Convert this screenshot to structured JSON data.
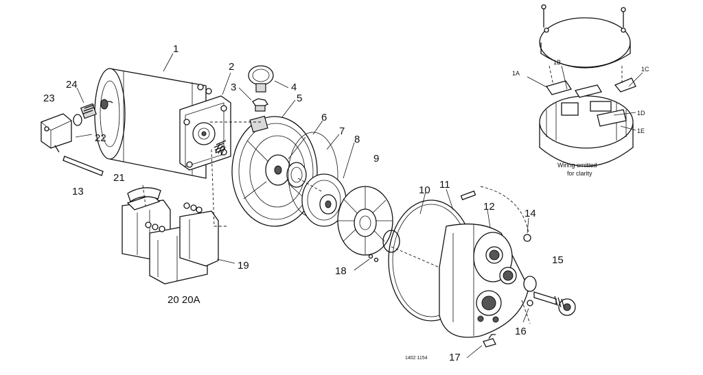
{
  "diagram": {
    "callouts": {
      "c1": "1",
      "c2": "2",
      "c3": "3",
      "c4": "4",
      "c5": "5",
      "c6": "6",
      "c7": "7",
      "c8": "8",
      "c9": "9",
      "c10": "10",
      "c11": "11",
      "c12": "12",
      "c13": "13",
      "c14": "14",
      "c15": "15",
      "c16": "16",
      "c17": "17",
      "c18": "18",
      "c19": "19",
      "c20": "20 20A",
      "c21": "21",
      "c22": "22",
      "c23": "23",
      "c24": "24",
      "c1A": "1A",
      "c1B": "1B",
      "c1C": "1C",
      "c1D": "1D",
      "c1E": "1E"
    },
    "inset_note_line1": "Wiring omitted",
    "inset_note_line2": "for clarity",
    "drawing_number": "1402 1154"
  }
}
